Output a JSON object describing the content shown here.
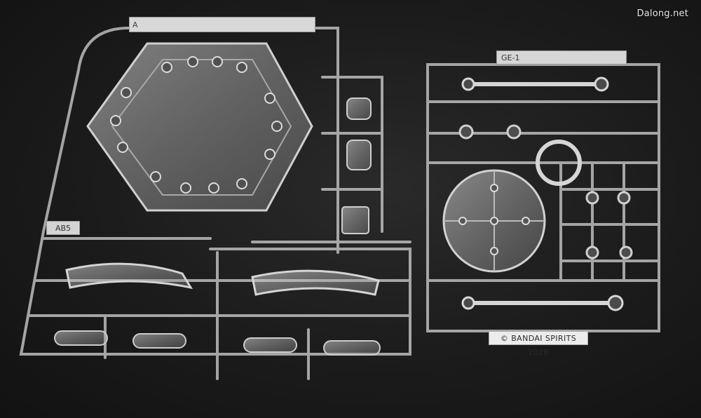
{
  "watermark": "Dalong.net",
  "runner_left": {
    "tag_letter": "A",
    "sub_tag": "AB5"
  },
  "runner_right": {
    "tag": "GE-1"
  },
  "copyright_plate": "© BANDAI SPIRITS 2020",
  "colors": {
    "background": "#1b1b1b",
    "clear_plastic": "#c9c9c9"
  }
}
